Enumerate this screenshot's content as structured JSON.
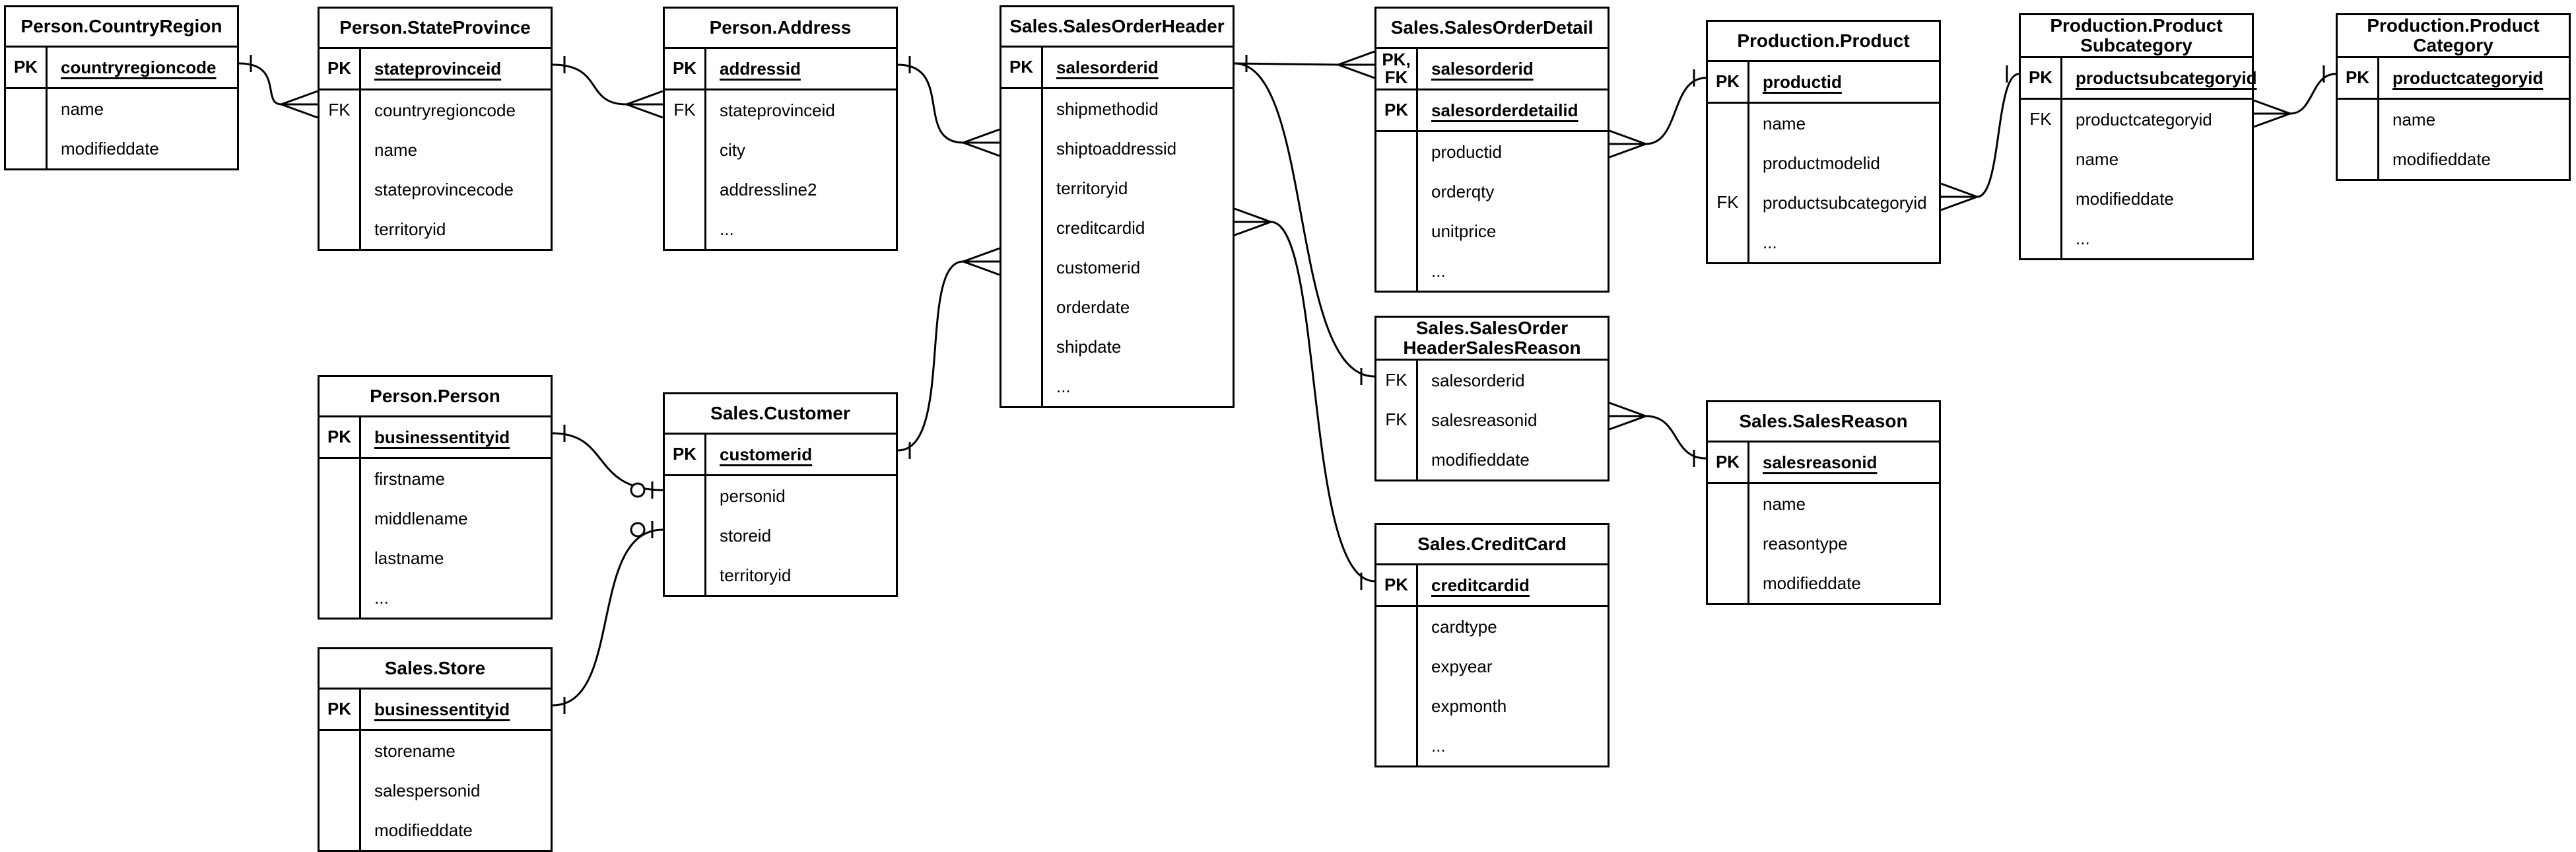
{
  "diagram": {
    "type": "entity-relationship",
    "colors": {
      "line": "#000000",
      "background": "#ffffff"
    },
    "tables": [
      {
        "title": "Person.CountryRegion",
        "rows": [
          {
            "key": "PK",
            "name": "countryregioncode"
          },
          {
            "key": "",
            "name": "name"
          },
          {
            "key": "",
            "name": "modifieddate"
          }
        ]
      },
      {
        "title": "Person.StateProvince",
        "rows": [
          {
            "key": "PK",
            "name": "stateprovinceid"
          },
          {
            "key": "FK",
            "name": "countryregioncode"
          },
          {
            "key": "",
            "name": "name"
          },
          {
            "key": "",
            "name": "stateprovincecode"
          },
          {
            "key": "",
            "name": "territoryid"
          }
        ]
      },
      {
        "title": "Person.Address",
        "rows": [
          {
            "key": "PK",
            "name": "addressid"
          },
          {
            "key": "FK",
            "name": "stateprovinceid"
          },
          {
            "key": "",
            "name": "city"
          },
          {
            "key": "",
            "name": "addressline2"
          },
          {
            "key": "",
            "name": "..."
          }
        ]
      },
      {
        "title": "Sales.SalesOrderHeader",
        "rows": [
          {
            "key": "PK",
            "name": "salesorderid"
          },
          {
            "key": "",
            "name": "shipmethodid"
          },
          {
            "key": "",
            "name": "shiptoaddressid"
          },
          {
            "key": "",
            "name": "territoryid"
          },
          {
            "key": "",
            "name": "creditcardid"
          },
          {
            "key": "",
            "name": "customerid"
          },
          {
            "key": "",
            "name": "orderdate"
          },
          {
            "key": "",
            "name": "shipdate"
          },
          {
            "key": "",
            "name": "..."
          }
        ]
      },
      {
        "title": "Sales.SalesOrderDetail",
        "rows": [
          {
            "key": "PK,\nFK",
            "name": "salesorderid"
          },
          {
            "key": "PK",
            "name": "salesorderdetailid"
          },
          {
            "key": "",
            "name": "productid"
          },
          {
            "key": "",
            "name": "orderqty"
          },
          {
            "key": "",
            "name": "unitprice"
          },
          {
            "key": "",
            "name": "..."
          }
        ]
      },
      {
        "title": "Production.Product",
        "rows": [
          {
            "key": "PK",
            "name": "productid"
          },
          {
            "key": "",
            "name": "name"
          },
          {
            "key": "",
            "name": "productmodelid"
          },
          {
            "key": "FK",
            "name": "productsubcategoryid"
          },
          {
            "key": "",
            "name": "..."
          }
        ]
      },
      {
        "title": "Production.Product",
        "title2": "Subcategory",
        "rows": [
          {
            "key": "PK",
            "name": "productsubcategoryid"
          },
          {
            "key": "FK",
            "name": "productcategoryid"
          },
          {
            "key": "",
            "name": "name"
          },
          {
            "key": "",
            "name": "modifieddate"
          },
          {
            "key": "",
            "name": "..."
          }
        ]
      },
      {
        "title": "Production.Product",
        "title2": "Category",
        "rows": [
          {
            "key": "PK",
            "name": "productcategoryid"
          },
          {
            "key": "",
            "name": "name"
          },
          {
            "key": "",
            "name": "modifieddate"
          }
        ]
      },
      {
        "title": "Person.Person",
        "rows": [
          {
            "key": "PK",
            "name": "businessentityid"
          },
          {
            "key": "",
            "name": "firstname"
          },
          {
            "key": "",
            "name": "middlename"
          },
          {
            "key": "",
            "name": "lastname"
          },
          {
            "key": "",
            "name": "..."
          }
        ]
      },
      {
        "title": "Sales.Customer",
        "rows": [
          {
            "key": "PK",
            "name": "customerid"
          },
          {
            "key": "",
            "name": "personid"
          },
          {
            "key": "",
            "name": "storeid"
          },
          {
            "key": "",
            "name": "territoryid"
          }
        ]
      },
      {
        "title": "Sales.SalesOrder",
        "title2": "HeaderSalesReason",
        "rows": [
          {
            "key": "FK",
            "name": "salesorderid"
          },
          {
            "key": "FK",
            "name": "salesreasonid"
          },
          {
            "key": "",
            "name": "modifieddate"
          }
        ]
      },
      {
        "title": "Sales.SalesReason",
        "rows": [
          {
            "key": "PK",
            "name": "salesreasonid"
          },
          {
            "key": "",
            "name": "name"
          },
          {
            "key": "",
            "name": "reasontype"
          },
          {
            "key": "",
            "name": "modifieddate"
          }
        ]
      },
      {
        "title": "Sales.Store",
        "rows": [
          {
            "key": "PK",
            "name": "businessentityid"
          },
          {
            "key": "",
            "name": "storename"
          },
          {
            "key": "",
            "name": "salespersonid"
          },
          {
            "key": "",
            "name": "modifieddate"
          }
        ]
      },
      {
        "title": "Sales.CreditCard",
        "rows": [
          {
            "key": "PK",
            "name": "creditcardid"
          },
          {
            "key": "",
            "name": "cardtype"
          },
          {
            "key": "",
            "name": "expyear"
          },
          {
            "key": "",
            "name": "expmonth"
          },
          {
            "key": "",
            "name": "..."
          }
        ]
      }
    ],
    "edges": [
      {
        "from": "Person.CountryRegion.countryregioncode",
        "to": "Person.StateProvince.countryregioncode",
        "from_end": "one",
        "to_end": "many"
      },
      {
        "from": "Person.StateProvince.stateprovinceid",
        "to": "Person.Address.stateprovinceid",
        "from_end": "one",
        "to_end": "many"
      },
      {
        "from": "Person.Address.addressid",
        "to": "Sales.SalesOrderHeader.shiptoaddressid",
        "from_end": "one",
        "to_end": "many"
      },
      {
        "from": "Sales.Customer.customerid",
        "to": "Sales.SalesOrderHeader.customerid",
        "from_end": "one",
        "to_end": "many"
      },
      {
        "from": "Sales.SalesOrderHeader.salesorderid",
        "to": "Sales.SalesOrderDetail.salesorderid",
        "from_end": "one",
        "to_end": "many"
      },
      {
        "from": "Sales.SalesOrderHeader.salesorderid",
        "to": "Sales.SalesOrderHeaderSalesReason.salesorderid",
        "from_end": "one",
        "to_end": "one"
      },
      {
        "from": "Sales.CreditCard.creditcardid",
        "to": "Sales.SalesOrderHeader.creditcardid",
        "from_end": "one",
        "to_end": "many"
      },
      {
        "from": "Production.Product.productid",
        "to": "Sales.SalesOrderDetail.productid",
        "from_end": "one",
        "to_end": "many"
      },
      {
        "from": "Production.ProductSubcategory.productsubcategoryid",
        "to": "Production.Product.productsubcategoryid",
        "from_end": "one",
        "to_end": "many"
      },
      {
        "from": "Production.ProductCategory.productcategoryid",
        "to": "Production.ProductSubcategory.productcategoryid",
        "from_end": "one",
        "to_end": "many"
      },
      {
        "from": "Sales.SalesReason.salesreasonid",
        "to": "Sales.SalesOrderHeaderSalesReason.salesreasonid",
        "from_end": "one",
        "to_end": "many"
      },
      {
        "from": "Person.Person.businessentityid",
        "to": "Sales.Customer.personid",
        "from_end": "one",
        "to_end": "zero-or-one"
      },
      {
        "from": "Sales.Store.businessentityid",
        "to": "Sales.Customer.storeid",
        "from_end": "one",
        "to_end": "zero-or-one"
      }
    ]
  }
}
